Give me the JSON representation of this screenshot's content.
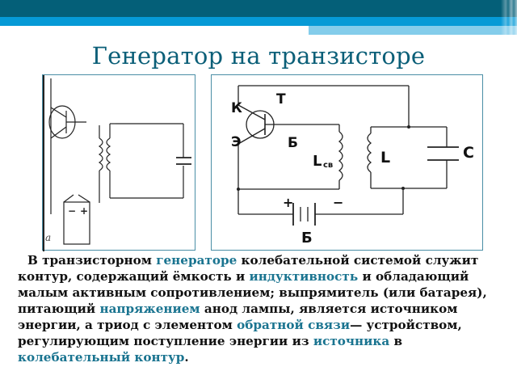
{
  "header": {
    "colors": {
      "dark": "#045f78",
      "mid": "#069ad6",
      "light": "#84cdeb"
    }
  },
  "slide": {
    "title": "Генератор на транзисторе",
    "title_color": "#0b5f78"
  },
  "figure_left": {
    "caption": "а",
    "battery_minus": "−",
    "battery_plus": "+"
  },
  "figure_right": {
    "labels": {
      "collector": "К",
      "transistor": "Т",
      "emitter": "Э",
      "base": "Б",
      "coupling_coil": "L",
      "coupling_coil_sub": "св",
      "tank_coil": "L",
      "capacitor": "C",
      "battery_plus": "+",
      "battery_minus": "−",
      "battery": "Б"
    }
  },
  "paragraph": {
    "highlight_color": "#1a7490",
    "segments": [
      {
        "text": "В транзисторном ",
        "hl": false
      },
      {
        "text": "генераторе",
        "hl": true
      },
      {
        "text": " колебательной системой служит контур, содержащий ёмкость и ",
        "hl": false
      },
      {
        "text": "индуктивность",
        "hl": true
      },
      {
        "text": " и обладающий малым активным сопротивлением; выпрямитель (или батарея), питающий ",
        "hl": false
      },
      {
        "text": "напряжением",
        "hl": true
      },
      {
        "text": " анод лампы, является источником энергии, а триод с элементом ",
        "hl": false
      },
      {
        "text": "обратной связи",
        "hl": true
      },
      {
        "text": "— устройством, регулирующим поступление энергии из ",
        "hl": false
      },
      {
        "text": "источника",
        "hl": true
      },
      {
        "text": " в ",
        "hl": false
      },
      {
        "text": "колебательный контур",
        "hl": true
      },
      {
        "text": ".",
        "hl": false
      }
    ]
  }
}
